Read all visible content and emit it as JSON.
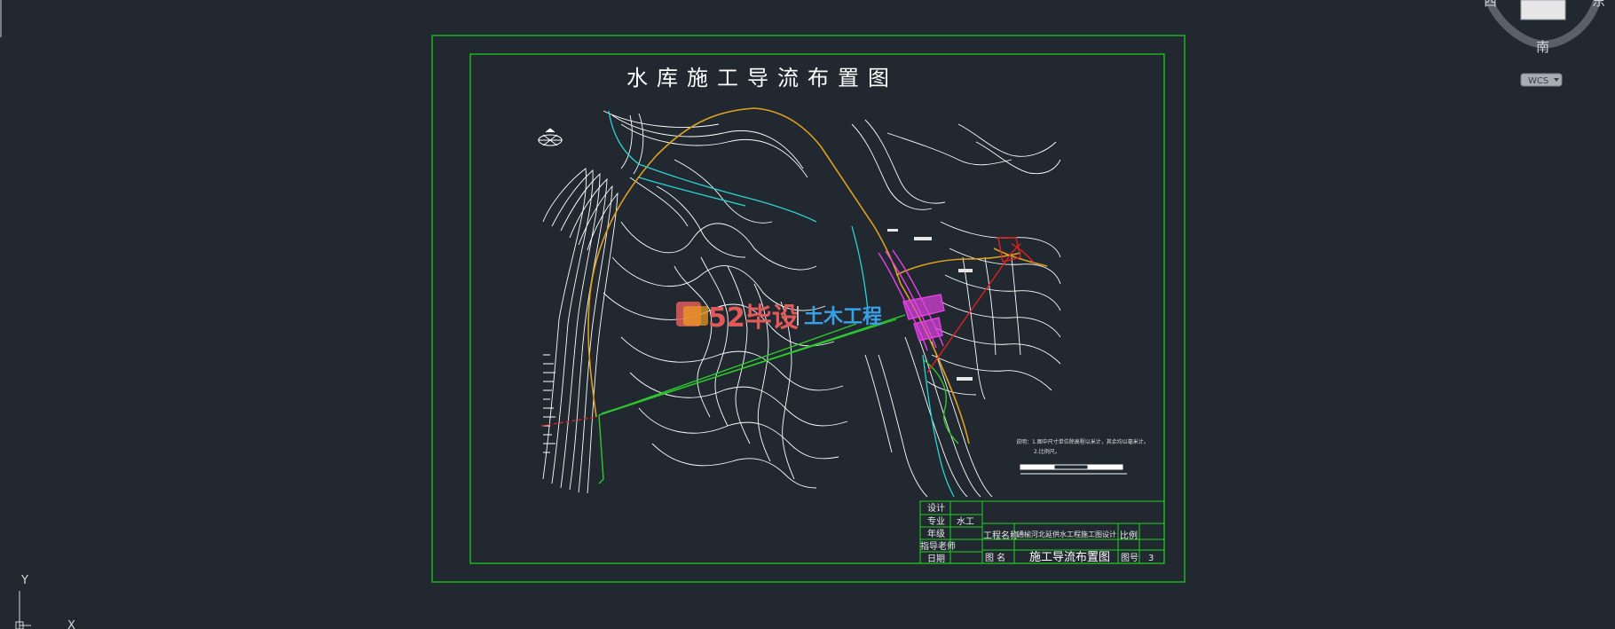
{
  "drawing": {
    "title": "水库施工导流布置图"
  },
  "watermark": {
    "brand": "52毕设",
    "sub": "土木工程"
  },
  "title_block": {
    "row_design": "设计",
    "row_major": "专业",
    "row_major_value": "水工",
    "row_grade": "年级",
    "row_instructor": "指导老师",
    "row_date": "日期",
    "project_label": "工程名称",
    "project_value": "通榆河北延供水工程施工图设计",
    "scale_label": "比例",
    "drawing_name_label": "图 名",
    "drawing_name_value": "施工导流布置图",
    "drawing_no_label": "图号",
    "drawing_no_value": "3"
  },
  "notes": {
    "line1": "说明：1.图中尺寸单位除高程以米计，其余均以毫米计。",
    "line2": "2.比例尺。"
  },
  "viewcube": {
    "west": "西",
    "east": "东",
    "south": "南",
    "wcs": "WCS"
  },
  "ucs": {
    "y": "Y",
    "x": "X"
  },
  "colors": {
    "background": "#212830",
    "frame": "#1fd41f",
    "contour": "#ffffff",
    "road": "#e0a020",
    "river": "#2ad4d4",
    "dam": "#e040e0",
    "tunnel": "#2ec82e",
    "redline": "#e02020"
  }
}
